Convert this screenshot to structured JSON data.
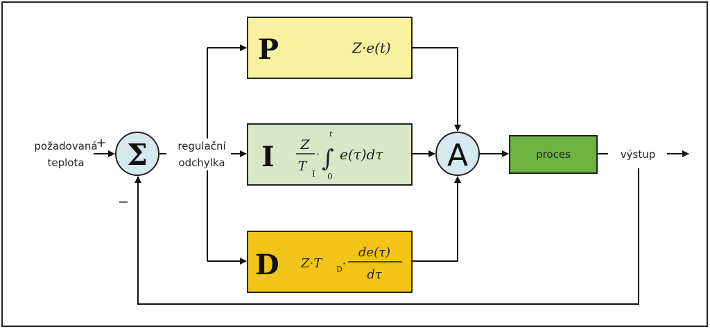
{
  "diagram": {
    "title": "PID regulator block diagram",
    "input": {
      "line1": "požadovaná",
      "line2": "teplota",
      "plus": "+"
    },
    "feedback_sign": "−",
    "summing_junction": {
      "symbol": "Σ",
      "fill": "#d6e8f0"
    },
    "error": {
      "line1": "regulační",
      "line2": "odchylka"
    },
    "blocks": {
      "p": {
        "letter": "P",
        "formula": "Z·e(t)",
        "fill": "#f9f0a0"
      },
      "i": {
        "letter": "I",
        "num": "Z",
        "den": "T",
        "den_sub": "I",
        "dot": "·",
        "int_top": "t",
        "int_bot": "0",
        "integrand": "e(τ)dτ",
        "fill": "#d8e8c6"
      },
      "d": {
        "letter": "D",
        "pre": "Z·T",
        "sub": "D",
        "dot": "·",
        "num": "de(τ)",
        "den": "dτ",
        "fill": "#f2c419"
      }
    },
    "adder": {
      "symbol": "A",
      "fill": "#d6e8f0"
    },
    "process": {
      "label": "proces",
      "fill": "#6db33f"
    },
    "output": {
      "label": "výstup"
    }
  }
}
